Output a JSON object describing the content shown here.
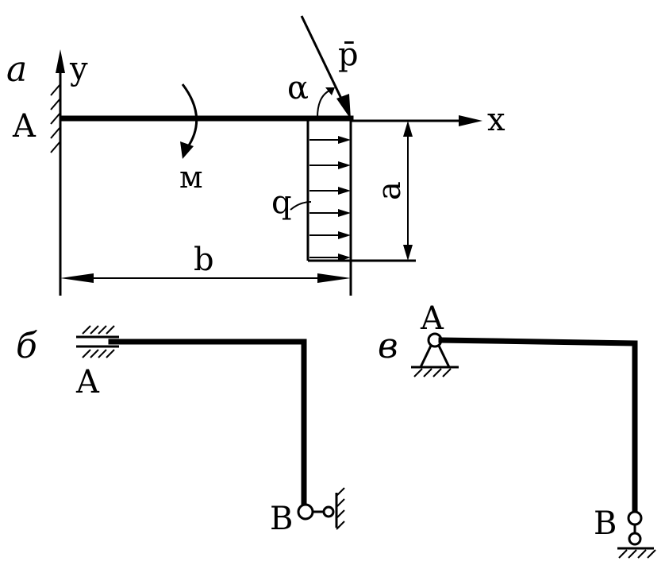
{
  "diagram_a": {
    "panel_label": "а",
    "labels": {
      "support_point": "A",
      "y_axis": "y",
      "x_axis": "x",
      "force": "p̄",
      "angle": "α",
      "moment": "м",
      "distributed_load": "q",
      "dim_vertical": "a",
      "dim_horizontal": "b"
    }
  },
  "diagram_b": {
    "panel_label": "б",
    "labels": {
      "point_a": "A",
      "point_b": "B"
    }
  },
  "diagram_v": {
    "panel_label": "в",
    "labels": {
      "point_a": "A",
      "point_b": "B"
    }
  }
}
